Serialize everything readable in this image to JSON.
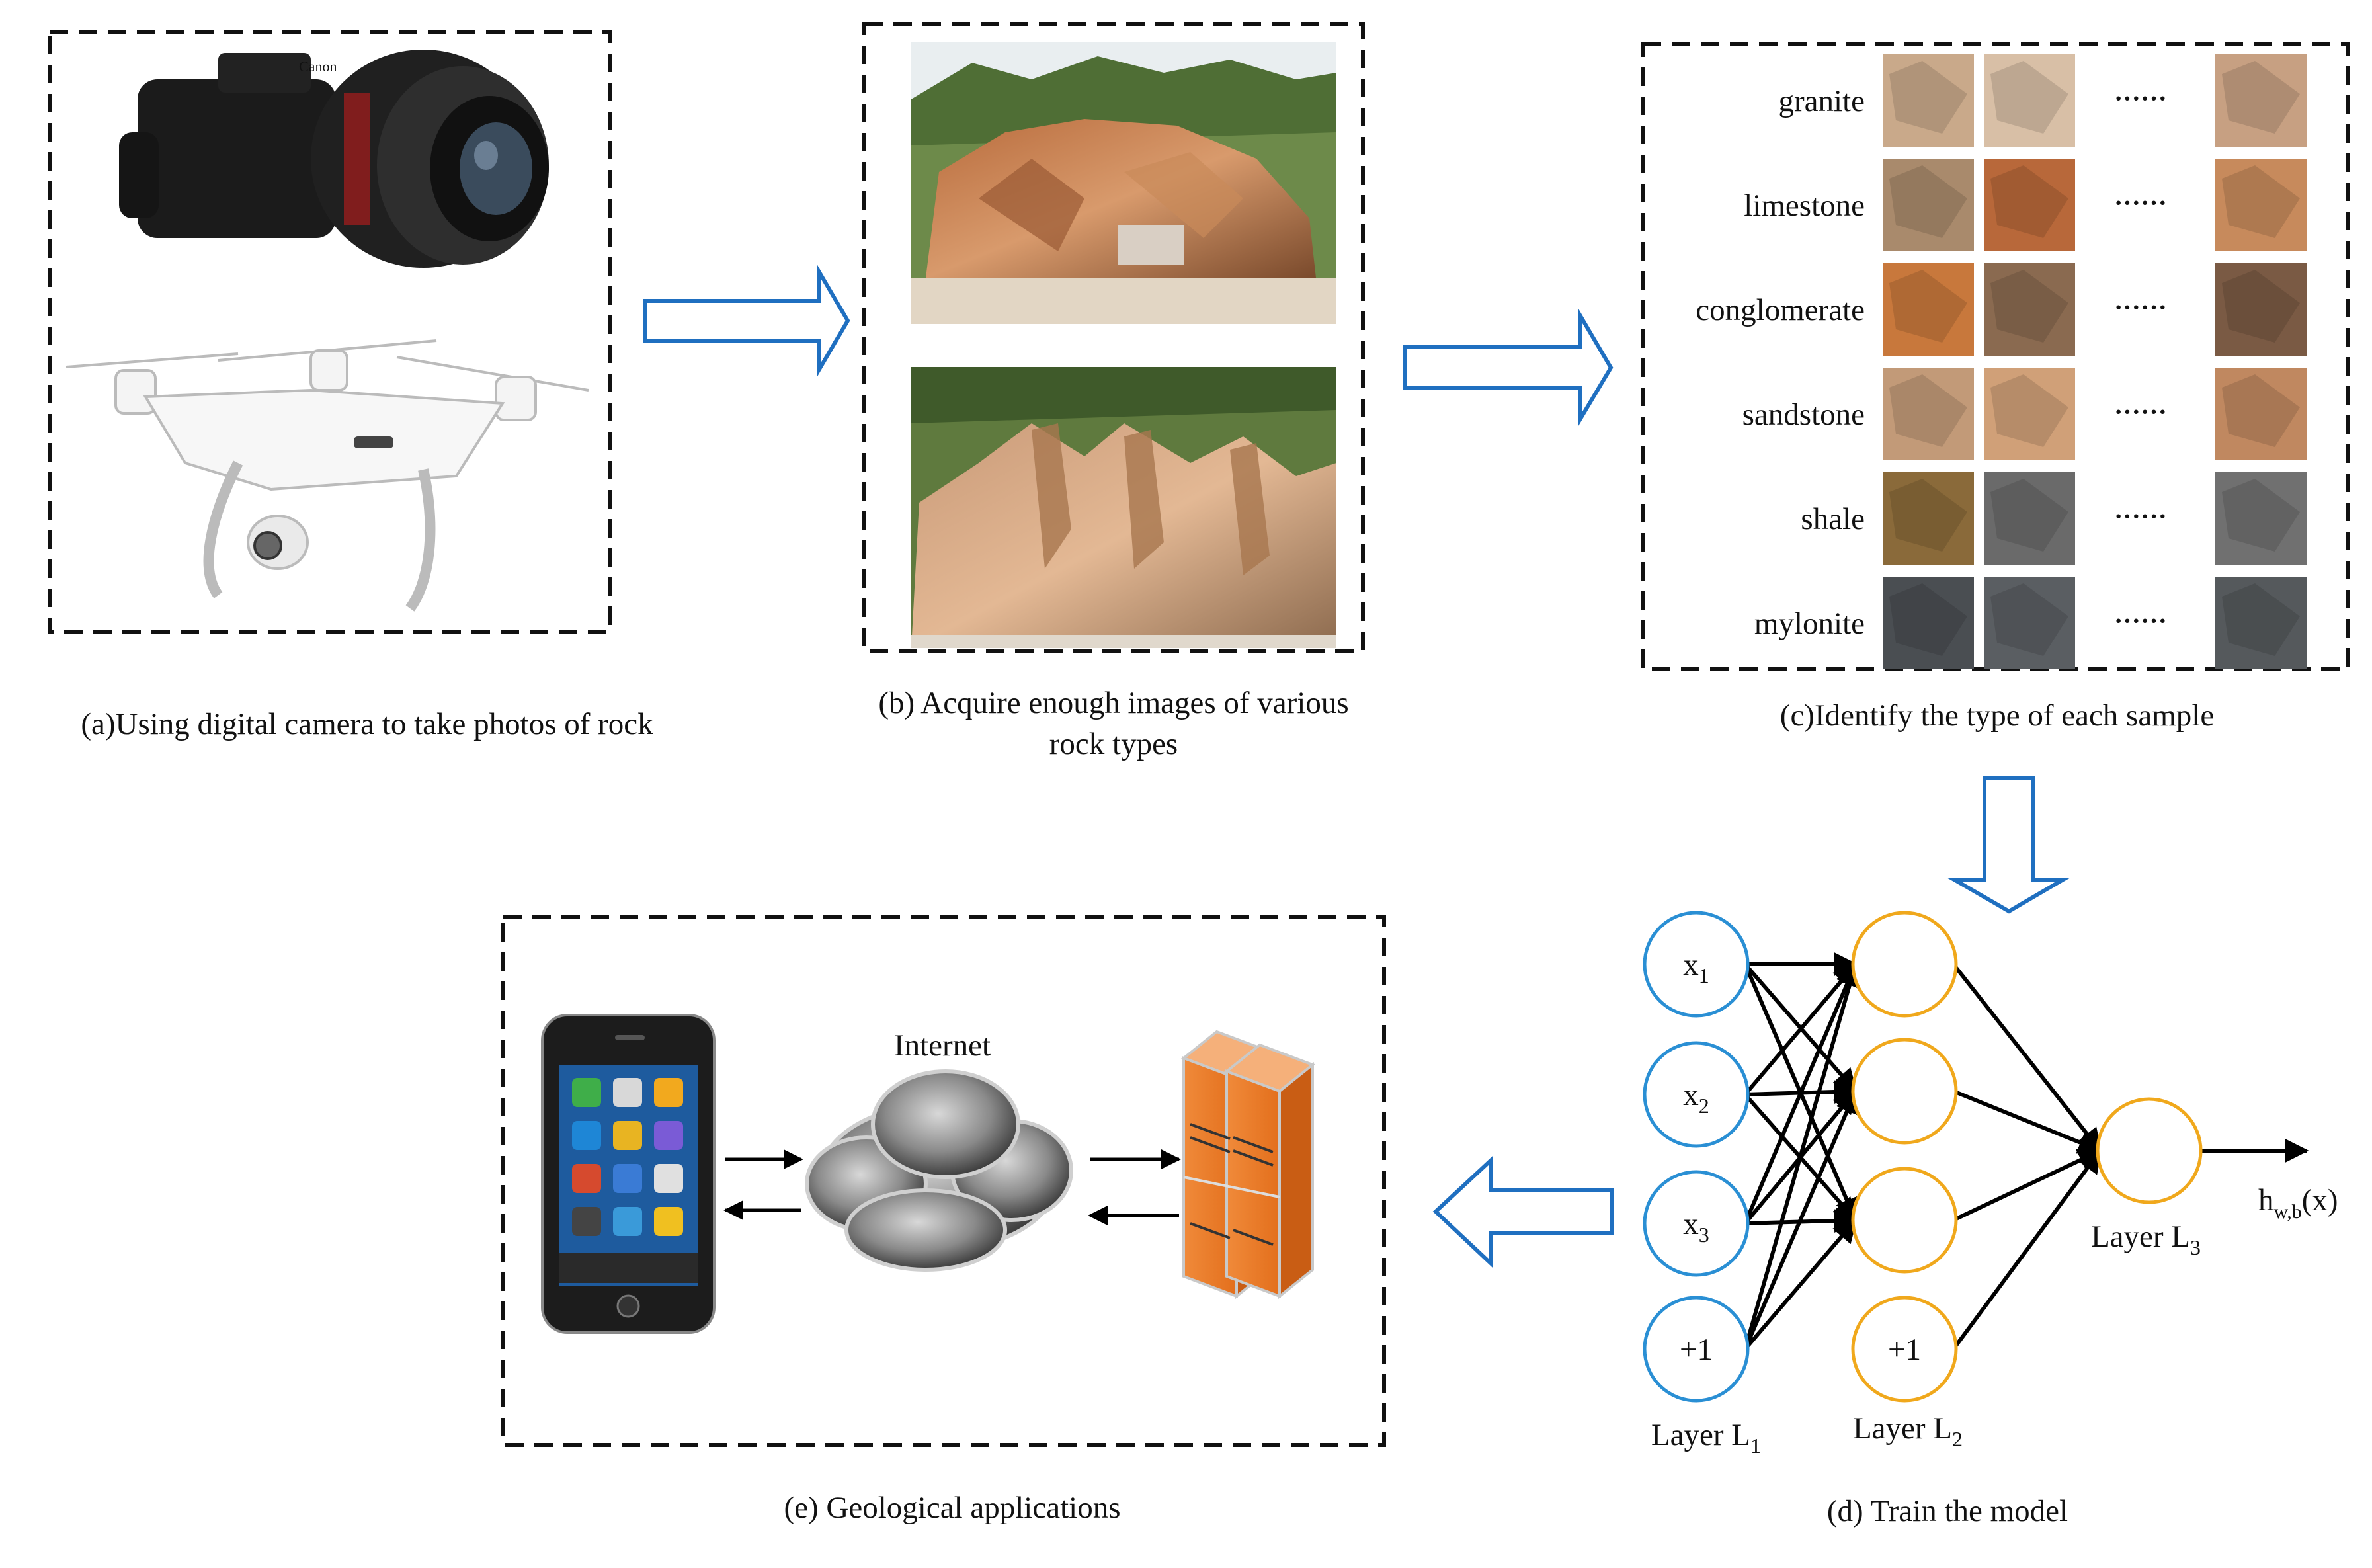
{
  "panels": {
    "a": {
      "caption": "(a)Using digital camera to take photos of rock",
      "camera_brand": "Canon"
    },
    "b": {
      "caption_line1": "(b) Acquire enough images of various",
      "caption_line2": "rock types"
    },
    "c": {
      "caption": "(c)Identify the type of each sample",
      "rock_types": [
        "granite",
        "limestone",
        "conglomerate",
        "sandstone",
        "shale",
        "mylonite"
      ],
      "ellipsis": "······"
    },
    "d": {
      "caption": "(d) Train the model",
      "inputs": [
        "x",
        "x",
        "x",
        "+1"
      ],
      "input_subs": [
        "1",
        "2",
        "3",
        ""
      ],
      "hidden_bias": "+1",
      "output": "h",
      "output_sub": "w,b",
      "output_arg": "(x)",
      "layer_word": "Layer L",
      "layer_subs": [
        "1",
        "2",
        "3"
      ]
    },
    "e": {
      "caption": "(e) Geological applications",
      "internet_label": "Internet"
    }
  },
  "colors": {
    "arrow_blue": "#1f6fc0",
    "input_node": "#2a8fd4",
    "hidden_node": "#f0a81c"
  },
  "icons": [
    "camera-icon",
    "drone-icon",
    "rock-outcrop-photo",
    "smartphone-icon",
    "cloud-icon",
    "server-icon"
  ]
}
